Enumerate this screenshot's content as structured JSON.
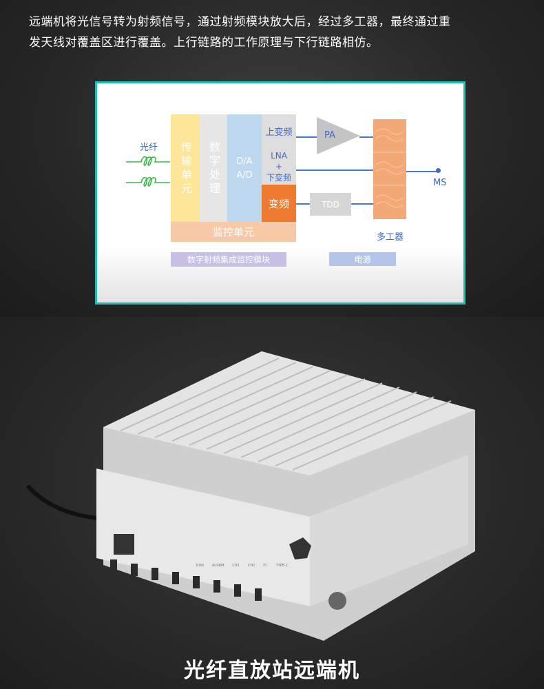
{
  "intro": {
    "line1": "远端机将光信号转为射频信号，通过射频模块放大后，经过多工器，最终通过重",
    "line2": "发天线对覆盖区进行覆盖。上行链路的工作原理与下行链路相仿。"
  },
  "diagram": {
    "fiber_label": "光纤",
    "transport_unit": "传输单元",
    "digital_processing": "数字处理",
    "da_ad_1": "D/A",
    "da_ad_2": "A/D",
    "up_conversion": "上变频",
    "lna_1": "LNA",
    "lna_2": "+",
    "lna_3": "下变频",
    "freq_conversion": "变频",
    "monitor_unit": "监控单元",
    "pa": "PA",
    "tdd": "TDD",
    "multiplexer": "多工器",
    "ms": "MS",
    "module_label": "数字射频集成监控模块",
    "power_label": "电源",
    "colors": {
      "border": "#1cc0b0",
      "yellow": "#fde59a",
      "gray": "#e6e6e6",
      "blue": "#bcd7ee",
      "orange": "#ee7a30",
      "peach": "#f7c9a6",
      "multiplexer": "#f3a878",
      "purple": "#c7c0e2",
      "power": "#b3c6e8",
      "line": "#4a78d0"
    }
  },
  "product": {
    "leds": [
      "RUN",
      "ALARM",
      "CH1",
      "CH2",
      "FC"
    ],
    "port_label": "TYPE-C"
  },
  "title": "光纤直放站远端机"
}
